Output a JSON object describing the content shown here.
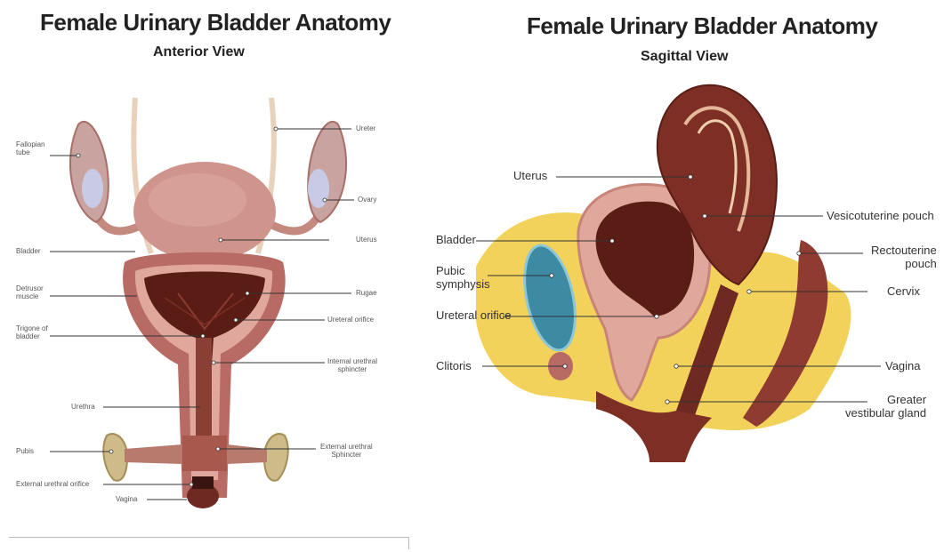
{
  "left_panel": {
    "title": "Female Urinary Bladder Anatomy",
    "subtitle": "Anterior View",
    "labels": {
      "fallopian_tube": "Fallopian\ntube",
      "ureter": "Ureter",
      "ovary": "Ovary",
      "bladder": "Bladder",
      "uterus": "Uterus",
      "detrusor_muscle": "Detrusor\nmuscle",
      "rugae": "Rugae",
      "ureteral_orifice": "Ureteral orifice",
      "trigone": "Trigone of\nbladder",
      "internal_sphincter": "Internal urethral\nsphincter",
      "urethra": "Urethra",
      "pubis": "Pubis",
      "external_sphincter": "External urethral\nSphincter",
      "external_orifice": "External urethral orifice",
      "vagina": "Vagina"
    }
  },
  "right_panel": {
    "title": "Female Urinary Bladder Anatomy",
    "subtitle": "Sagittal View",
    "labels": {
      "uterus": "Uterus",
      "bladder": "Bladder",
      "vesicouterine_pouch": "Vesicotuterine pouch",
      "rectouterine_pouch": "Rectouterine\npouch",
      "pubic_symphysis": "Pubic\nsymphysis",
      "cervix": "Cervix",
      "ureteral_orifice": "Ureteral orifice",
      "clitoris": "Clitoris",
      "vagina": "Vagina",
      "greater_vestibular_gland": "Greater\nvestibular gland"
    }
  },
  "colors": {
    "tissue": "#b86a64",
    "tissue_dark": "#6e2a22",
    "tissue_light": "#e0a79c",
    "interior": "#5a1d16",
    "fat": "#f2d25a",
    "bone": "#cdbb8a",
    "symphysis": "#3d8aa3",
    "ovary": "#c9cbe6"
  }
}
